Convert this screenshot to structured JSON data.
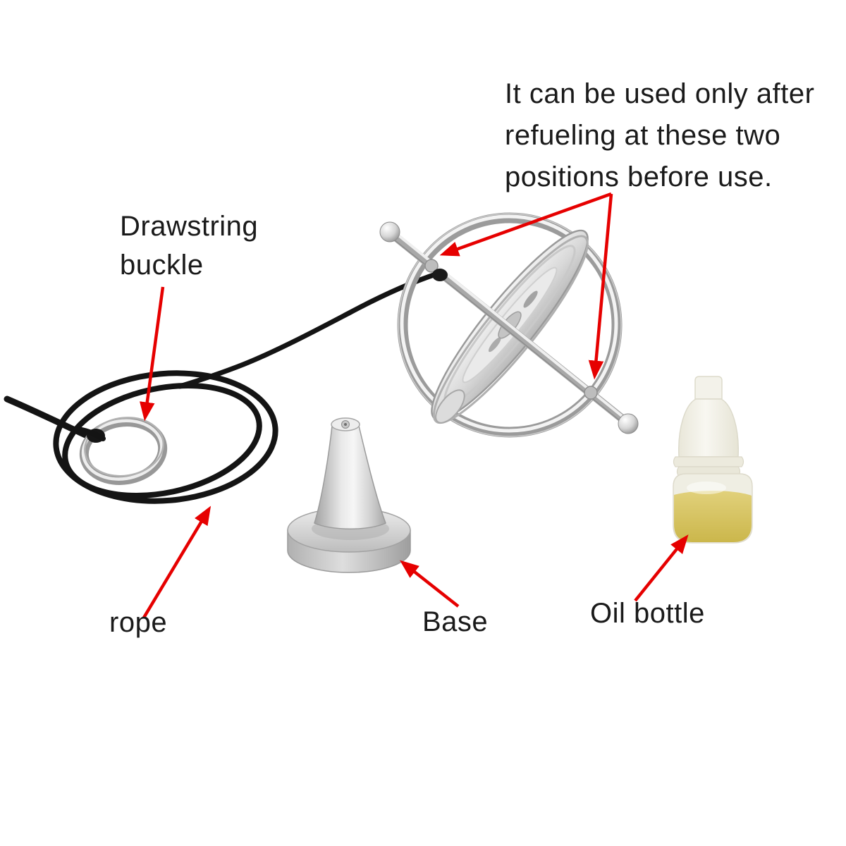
{
  "colors": {
    "background": "#ffffff",
    "text": "#1a1a1a",
    "annotation_arrow": "#e60000",
    "metal_chrome": "#b5b5b5",
    "rope_black": "#141414",
    "oil_yellow": "#d2bd52",
    "bottle_plastic": "#efeee3"
  },
  "note": {
    "lines": [
      "It can be used only after",
      "refueling at these two",
      "positions before use."
    ]
  },
  "labels": {
    "drawstring_buckle": {
      "lines": [
        "Drawstring",
        "buckle"
      ]
    },
    "rope": "rope",
    "base": "Base",
    "oil_bottle": "Oil bottle"
  }
}
